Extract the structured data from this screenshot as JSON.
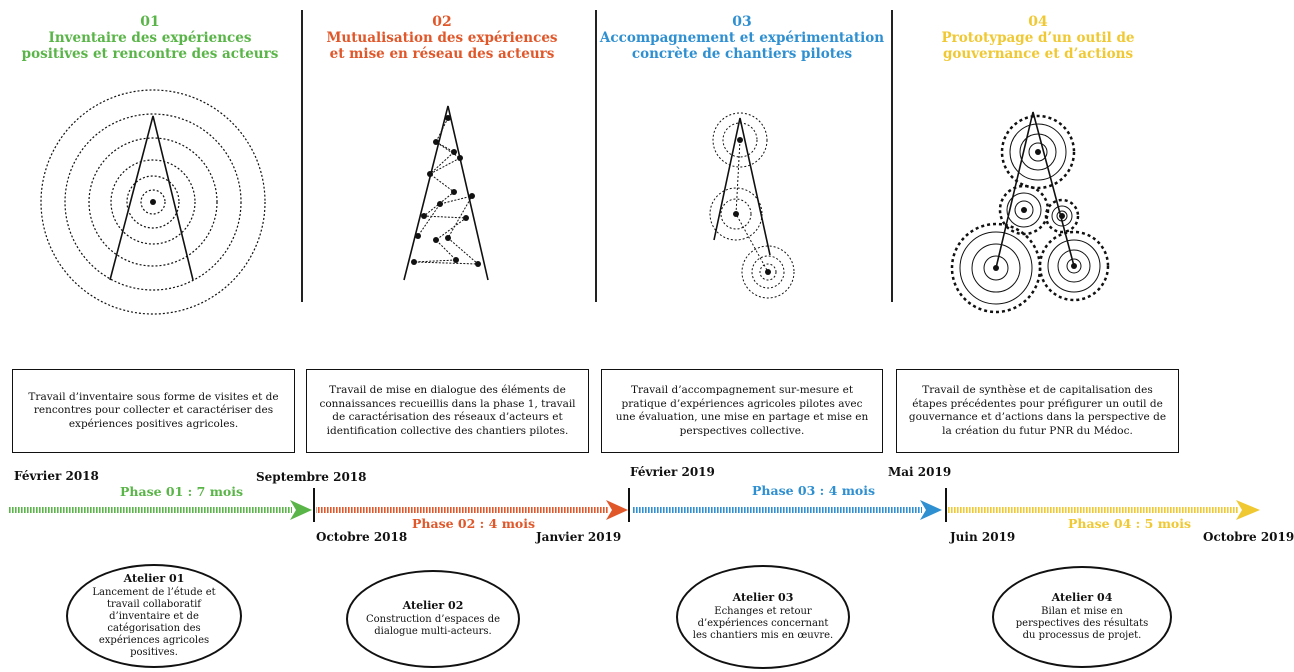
{
  "phases": [
    {
      "num": "01",
      "title_line1": "Inventaire des expériences",
      "title_line2": "positives et rencontre des acteurs",
      "color": "#5ab548",
      "description": "Travail d’inventaire sous forme de visites et de rencontres pour collecter et caractériser des expériences positives agricoles.",
      "duration_label": "Phase 01 : 7 mois"
    },
    {
      "num": "02",
      "title_line1": "Mutualisation des expériences",
      "title_line2": "et mise en réseau des acteurs",
      "color": "#e0572a",
      "description": "Travail de mise en dialogue des éléments de connaissances recueillis dans la phase 1, travail de caractérisation des réseaux d’acteurs et identification collective des chantiers pilotes.",
      "duration_label": "Phase 02 : 4 mois"
    },
    {
      "num": "03",
      "title_line1": "Accompagnement et expérimentation",
      "title_line2": "concrète de chantiers pilotes",
      "color": "#2e8fd1",
      "description": "Travail d’accompagnement sur-mesure et pratique d’expériences agricoles pilotes avec une évaluation, une mise en partage et mise en perspectives collective.",
      "duration_label": "Phase 03 : 4 mois"
    },
    {
      "num": "04",
      "title_line1": "Prototypage d’un outil de",
      "title_line2": "gouvernance et d’actions",
      "color": "#f0c832",
      "description": "Travail de synthèse et de capitalisation des étapes précédentes pour préfigurer un outil de gouvernance et d’actions dans la perspective de la création du futur PNR du Médoc.",
      "duration_label": "Phase 04 : 5 mois"
    }
  ],
  "dates": {
    "d1": "Février 2018",
    "d2": "Septembre 2018",
    "d3": "Octobre 2018",
    "d4": "Janvier 2019",
    "d5": "Février 2019",
    "d6": "Mai 2019",
    "d7": "Juin 2019",
    "d8": "Octobre 2019"
  },
  "ateliers": [
    {
      "title": "Atelier 01",
      "text": "Lancement de l’étude et travail collaboratif d’inventaire et de catégorisation des expériences agricoles positives."
    },
    {
      "title": "Atelier 02",
      "text": "Construction d’espaces de dialogue multi-acteurs."
    },
    {
      "title": "Atelier 03",
      "text": "Echanges et retour d’expériences concernant les chantiers mis en œuvre."
    },
    {
      "title": "Atelier 04",
      "text": "Bilan et mise en perspectives des résultats du processus de projet."
    }
  ]
}
